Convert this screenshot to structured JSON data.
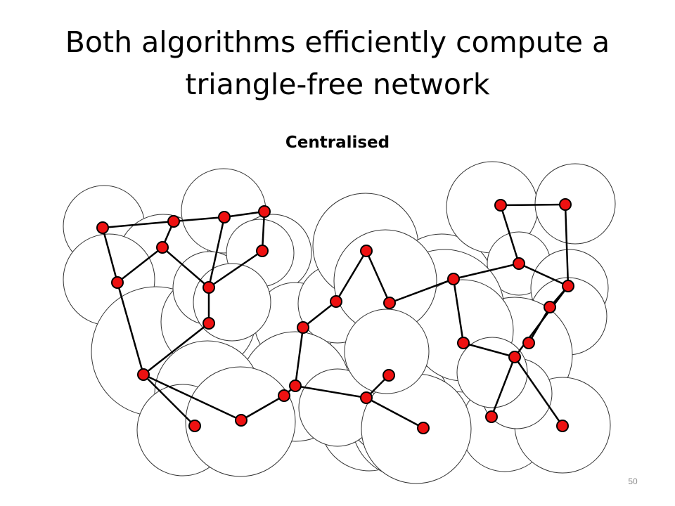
{
  "slide": {
    "title": "Both algorithms efficiently compute a triangle-free network",
    "subtitle": "Centralised",
    "page_number": "50"
  },
  "colors": {
    "node_fill": "#ee1111",
    "node_stroke": "#000000",
    "edge": "#000000",
    "circle_fill": "#ffffff",
    "circle_stroke": "#333333"
  }
}
